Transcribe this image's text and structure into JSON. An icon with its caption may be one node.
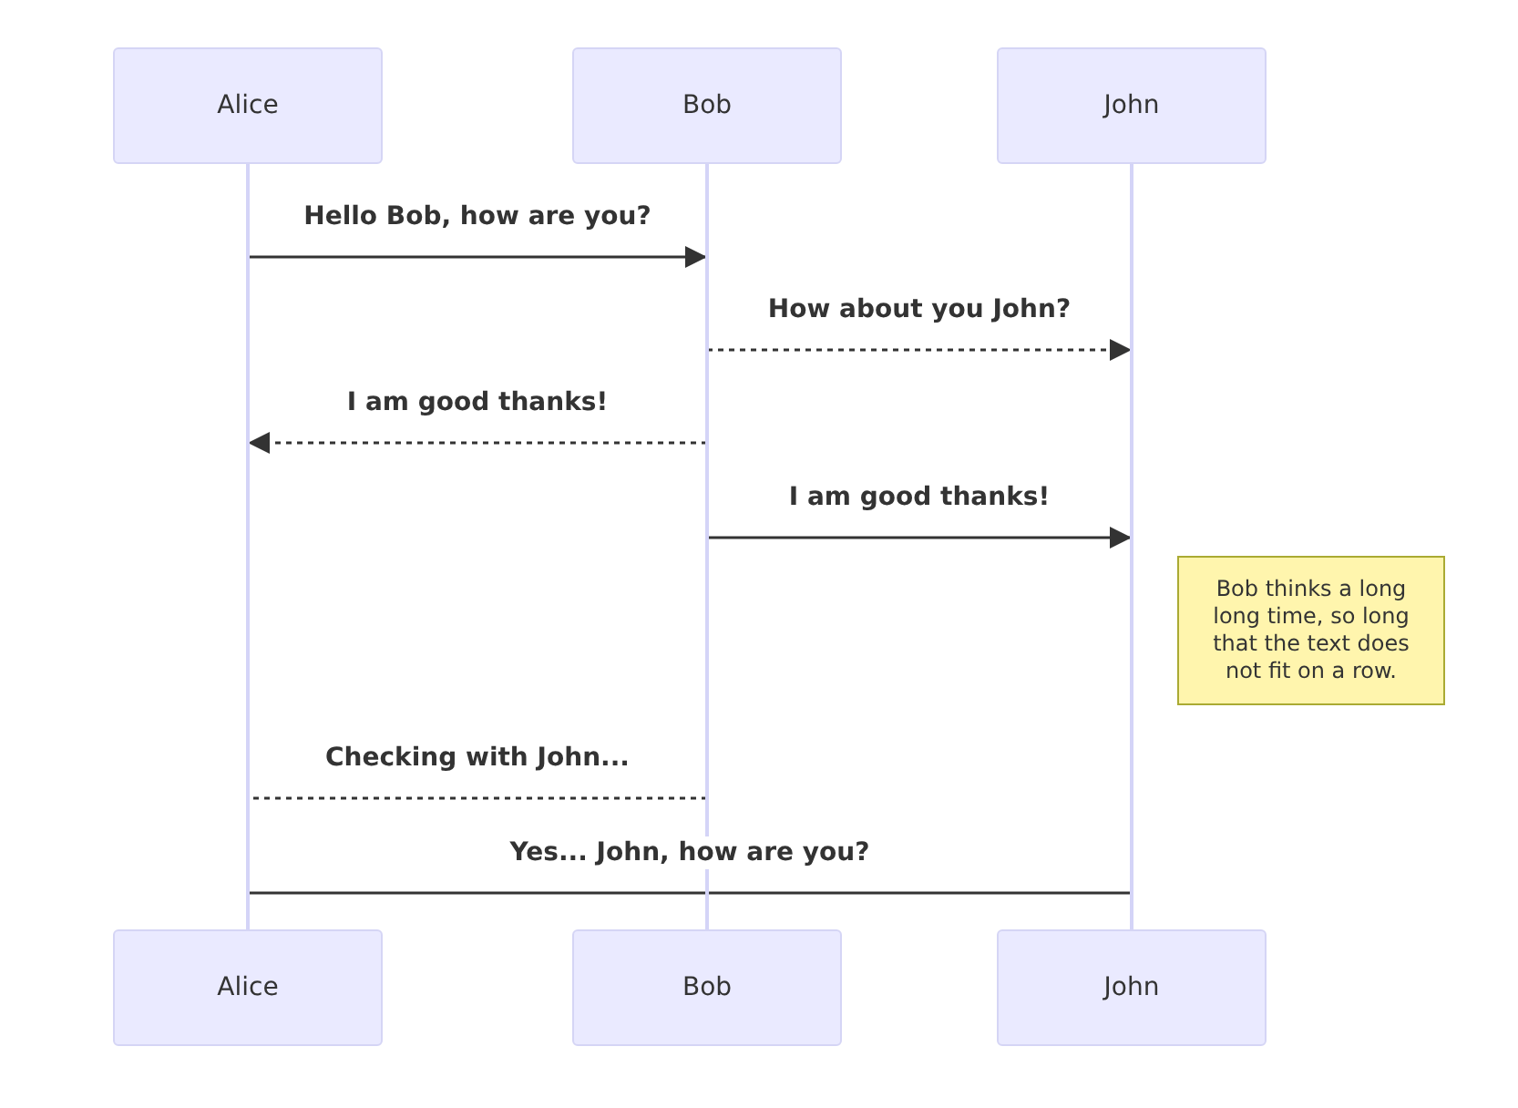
{
  "diagram": {
    "nodes": [
      {
        "text": [
          "Alice"
        ]
      },
      {
        "text": [
          "Bob"
        ]
      },
      {
        "text": [
          "John"
        ]
      },
      {
        "text": [],
        "shape": "bar"
      },
      {
        "text": [],
        "shape": "bar"
      },
      {
        "text": [],
        "shape": "bar"
      },
      {
        "text": [
          "Bob thinks a long long time, so long that the text does not fit on a row."
        ]
      },
      {
        "text": [
          "Alice"
        ]
      },
      {
        "text": [
          "Bob"
        ]
      },
      {
        "text": [
          "John"
        ]
      }
    ],
    "edges": [
      {
        "from": 3,
        "to": 4,
        "arrow": "to",
        "label": "Hello Bob, how are you?"
      },
      {
        "from": 4,
        "to": 5,
        "arrow": "to",
        "style": "dashed",
        "label": "How about you John?"
      },
      {
        "from": 4,
        "to": 3,
        "arrow": "to",
        "style": "dashed",
        "label": "I am good thanks!"
      },
      {
        "from": 4,
        "to": 5,
        "arrow": "to",
        "label": "I am good thanks!"
      },
      {
        "from": 4,
        "to": 3,
        "arrow": "none",
        "style": "dashed",
        "label": "Checking with John..."
      },
      {
        "from": 5,
        "to": 3,
        "arrow": "none",
        "label": "Yes... John, how are you?"
      }
    ]
  }
}
